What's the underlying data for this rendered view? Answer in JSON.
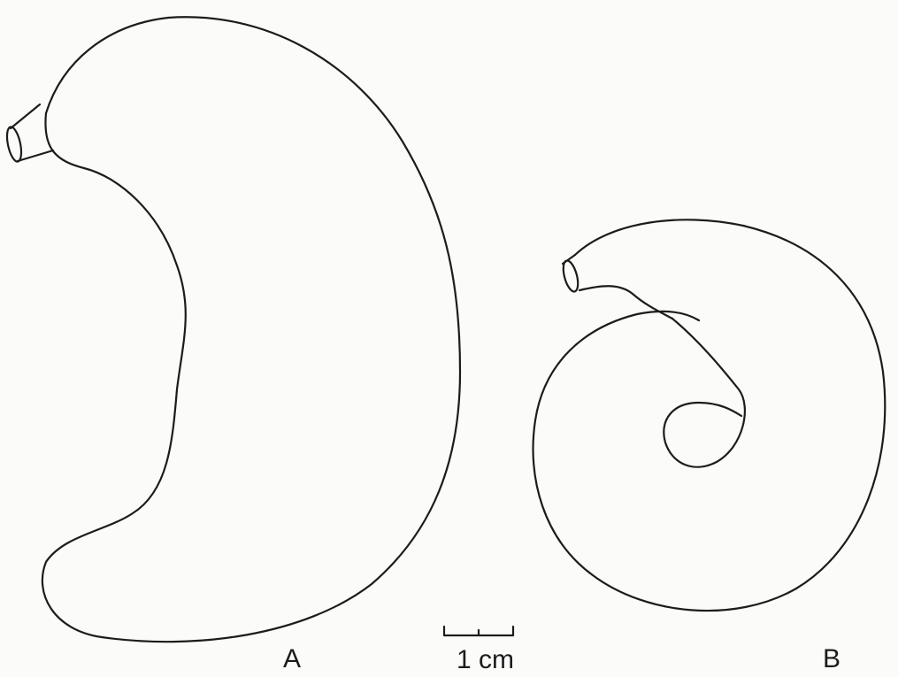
{
  "figure": {
    "panel_a_label": "A",
    "panel_b_label": "B",
    "scale_bar_label": "1 cm"
  },
  "colors": {
    "ink": "#1c1c1c",
    "paper": "#fbfbfa"
  }
}
